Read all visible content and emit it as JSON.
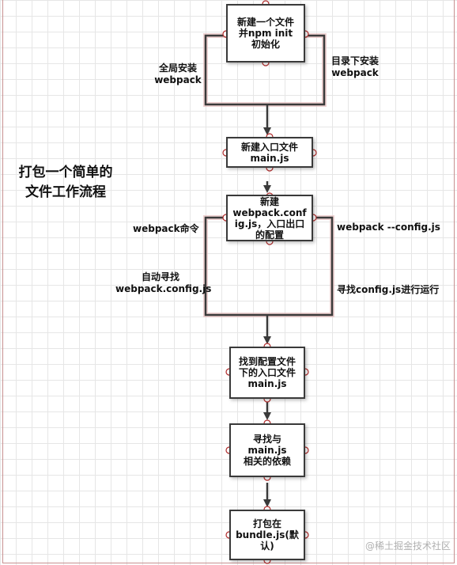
{
  "title": "打包一个简单的\n文件工作流程",
  "nodes": {
    "init": "新建一个文件\n并npm init\n初始化",
    "entry": "新建入口文件\nmain.js",
    "config": "新建\nwebpack.conf\nig.js，入口出口\n的配置",
    "find_entry": "找到配置文件\n下的入口文件\nmain.js",
    "find_deps": "寻找与\nmain.js\n相关的依赖",
    "bundle": "打包在\nbundle.js(默\n认)"
  },
  "labels": {
    "global_install": "全局安装\nwebpack",
    "local_install": "目录下安装\nwebpack",
    "webpack_cmd": "webpack命令",
    "webpack_config_cmd": "webpack --config.js",
    "auto_find": "自动寻找\nwebpack.config.js",
    "find_config": "寻找config.js进行运行"
  },
  "watermark": "@稀土掘金技术社区",
  "colors": {
    "line": "#3a3a3a",
    "line_glow": "#d9a5a5",
    "connector_fill": "#ffffff",
    "connector_stroke": "#b02a2a"
  }
}
